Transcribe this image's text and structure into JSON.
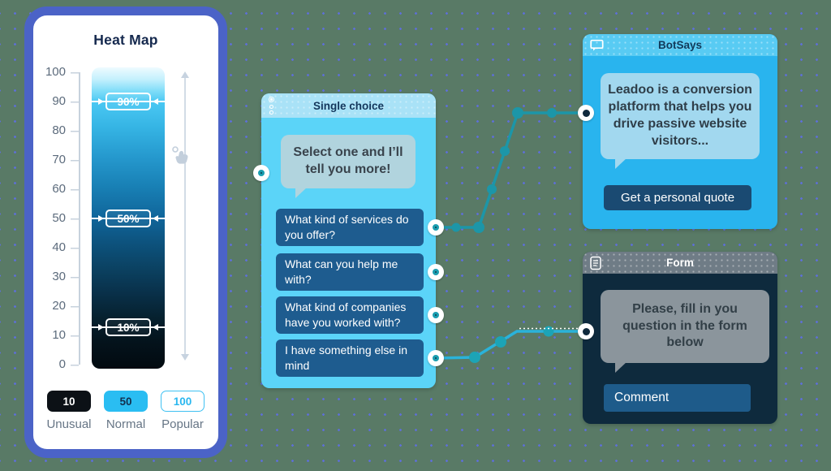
{
  "heatmap": {
    "title": "Heat Map",
    "ticks": [
      "100",
      "90",
      "80",
      "70",
      "60",
      "50",
      "40",
      "30",
      "20",
      "10",
      "0"
    ],
    "markers": [
      {
        "label": "90%",
        "value": 90
      },
      {
        "label": "50%",
        "value": 50
      },
      {
        "label": "10%",
        "value": 10
      }
    ],
    "legend": [
      {
        "value": "10",
        "label": "Unusual",
        "style": "dark"
      },
      {
        "value": "50",
        "label": "Normal",
        "style": "blue"
      },
      {
        "value": "100",
        "label": "Popular",
        "style": "outline"
      }
    ],
    "icons": {
      "resize": "vertical-resize-arrow-icon",
      "drag": "drag-hand-icon"
    }
  },
  "nodes": {
    "single_choice": {
      "title": "Single choice",
      "icon": "radio-list-icon",
      "message": "Select one and I’ll tell you more!",
      "options": [
        "What kind of services do you offer?",
        "What can you help me with?",
        "What kind of companies have you worked with?",
        "I have something else in mind"
      ]
    },
    "botsays": {
      "title": "BotSays",
      "icon": "speech-bubble-icon",
      "message": "Leadoo is a conversion platform that helps you drive passive website visitors...",
      "button": "Get a personal quote"
    },
    "form": {
      "title": "Form",
      "icon": "form-icon",
      "message": "Please, fill in you question in the form below",
      "field": "Comment"
    }
  },
  "colors": {
    "background": "#597a66",
    "grid_dot": "#5e6fd8",
    "card_border": "#4b63c7",
    "node_cyan": "#29b4ee",
    "node_cyan_light": "#5bd4f8",
    "header_light_blue": "#a9e2f7",
    "header_cyan": "#58cbf3",
    "header_gray": "#6f7c86",
    "node_dark": "#0e2a3d",
    "option_blue": "#1e5c8f",
    "button_navy": "#1a4a72",
    "connector_teal": "#1c96a8",
    "connector_cyan": "#2ab3da"
  }
}
